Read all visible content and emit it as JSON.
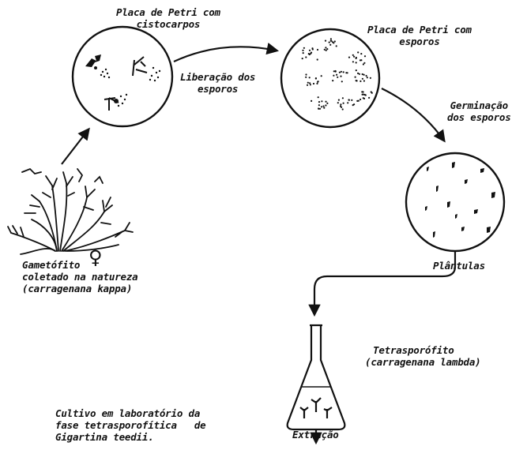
{
  "labels": {
    "petri_cystocarps": [
      "Placa de Petri com",
      "cistocarpos"
    ],
    "spore_release": [
      "Liberação dos",
      "esporos"
    ],
    "petri_spores": [
      "Placa de Petri com",
      "esporos"
    ],
    "spore_germination": [
      "Germinação",
      "dos esporos"
    ],
    "gametophyte": [
      "Gametófito",
      "coletado na natureza",
      "(carragenana kappa)"
    ],
    "plantlets": "Plântulas",
    "tetrasporophyte": [
      "Tetrasporófito",
      "(carragenana lambda)"
    ],
    "extraction": "Extração",
    "caption": [
      "Cultivo em laboratório da",
      "fase tetrasporofítica   de",
      "Gigartina teedii."
    ]
  },
  "symbols": {
    "female": "♀"
  },
  "colors": {
    "ink": "#111111",
    "background": "#ffffff"
  }
}
